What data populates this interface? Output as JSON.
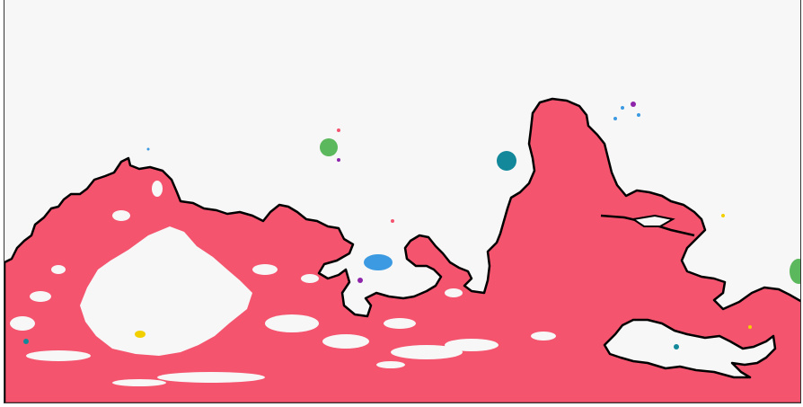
{
  "map": {
    "colors": {
      "background": "#f7f7f7",
      "land": "#f4546e",
      "coast": "#000000",
      "ice": "#f7f7f7",
      "green": "#5cb85c",
      "teal": "#13889a",
      "blue": "#3b9ae1",
      "yellow": "#f2d000",
      "purple": "#8e24aa"
    },
    "features": {
      "continents": "red-land-region",
      "patches": [
        "green-patch",
        "teal-patch",
        "blue-patch",
        "yellow-patch",
        "purple-patch"
      ]
    }
  }
}
